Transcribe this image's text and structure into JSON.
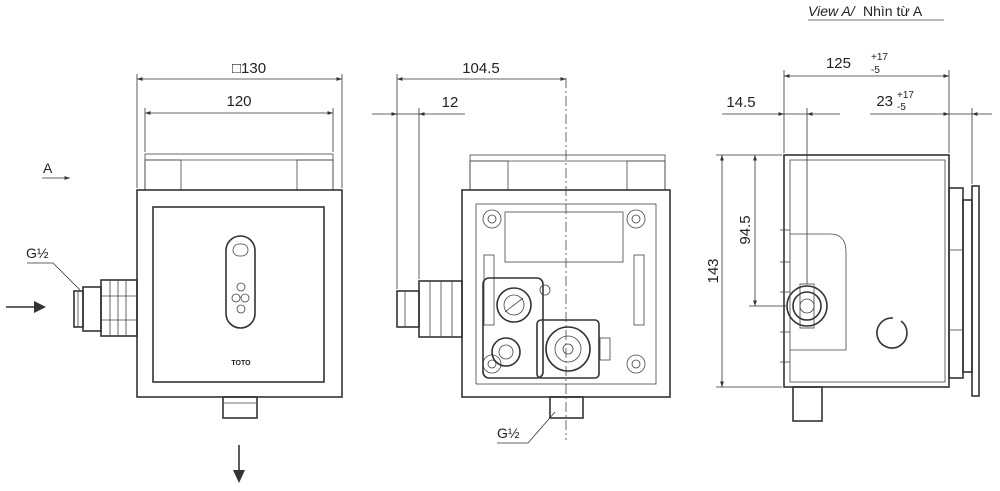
{
  "view_title": {
    "italic": "View A/",
    "normal": " Nhìn từ A"
  },
  "front": {
    "dim_outer": "□130",
    "dim_inner": "120",
    "view_arrow_label": "A",
    "inlet_label": "G½",
    "brand": "TOTO"
  },
  "middle": {
    "dim_total": "104.5",
    "dim_offset": "12",
    "outlet_label": "G½"
  },
  "side": {
    "dim_depth": "125",
    "dim_depth_tol_plus": "+17",
    "dim_depth_tol_minus": "-5",
    "dim_left": "14.5",
    "dim_right": "23",
    "dim_right_tol_plus": "+17",
    "dim_right_tol_minus": "-5",
    "dim_height": "143",
    "dim_inlet_height": "94.5"
  }
}
